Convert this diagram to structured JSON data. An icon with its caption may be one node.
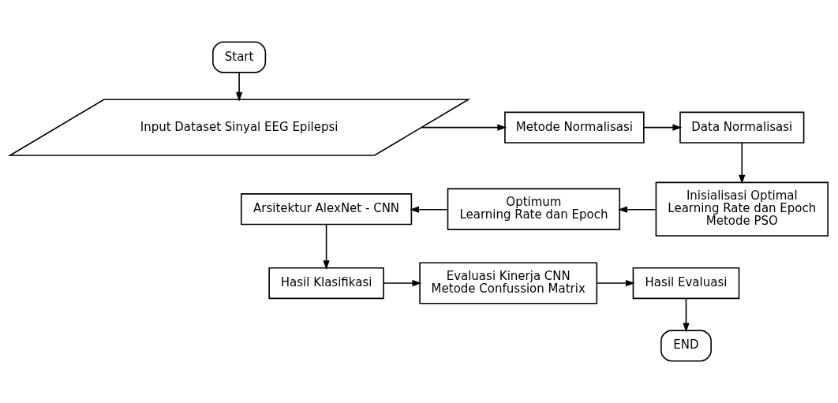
{
  "diagram": {
    "nodes": [
      {
        "text": [
          "Start"
        ]
      },
      {
        "text": [
          "Input Dataset Sinyal EEG Epilepsi"
        ]
      },
      {
        "text": [
          "Metode Normalisasi"
        ]
      },
      {
        "text": [
          "Data Normalisasi"
        ]
      },
      {
        "text": [
          "Inisialisasi Optimal Learning Rate dan Epoch Metode PSO"
        ]
      },
      {
        "text": [
          "Optimum Learning Rate dan Epoch"
        ]
      },
      {
        "text": [
          "Arsitektur AlexNet - CNN"
        ]
      },
      {
        "text": [
          "Hasil Klasifikasi"
        ]
      },
      {
        "text": [
          "Evaluasi Kinerja CNN Metode Confussion Matrix"
        ]
      },
      {
        "text": [
          "Hasil Evaluasi"
        ]
      },
      {
        "text": [
          "END"
        ]
      }
    ],
    "edges": [
      {
        "from": 0,
        "to": 1,
        "arrow": "to"
      },
      {
        "from": 1,
        "to": 2,
        "arrow": "to"
      },
      {
        "from": 2,
        "to": 3,
        "arrow": "to"
      },
      {
        "from": 3,
        "to": 4,
        "arrow": "to"
      },
      {
        "from": 4,
        "to": 5,
        "arrow": "to"
      },
      {
        "from": 5,
        "to": 6,
        "arrow": "to"
      },
      {
        "from": 6,
        "to": 7,
        "arrow": "to"
      },
      {
        "from": 7,
        "to": 8,
        "arrow": "to"
      },
      {
        "from": 8,
        "to": 9,
        "arrow": "to"
      },
      {
        "from": 9,
        "to": 10,
        "arrow": "to"
      }
    ]
  }
}
